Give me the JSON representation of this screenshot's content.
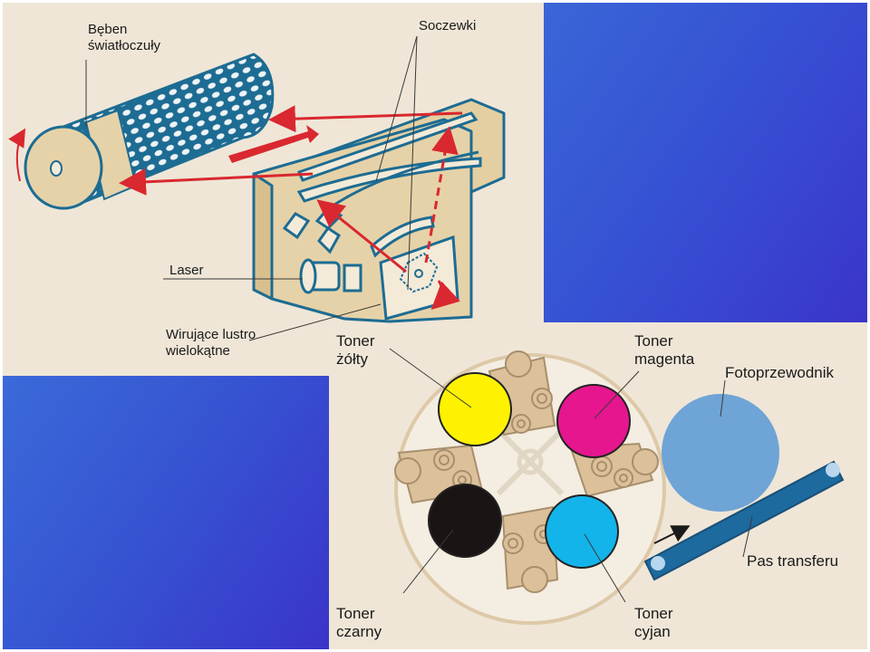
{
  "top_diagram": {
    "labels": {
      "drum": "Bęben\nświatłoczuły",
      "lenses": "Soczewki",
      "laser": "Laser",
      "mirror": "Wirujące lustro\nwielokątne"
    }
  },
  "bottom_diagram": {
    "labels": {
      "toner_yellow": "Toner\nżółty",
      "toner_magenta": "Toner\nmagenta",
      "photoconductor": "Fotoprzewodnik",
      "transfer_belt": "Pas transferu",
      "toner_black": "Toner\nczarny",
      "toner_cyan": "Toner\ncyjan"
    },
    "colors": {
      "yellow": "#fff200",
      "magenta": "#e6168f",
      "cyan": "#12b4ea",
      "black": "#1a1414",
      "photoconductor": "#6fa4d6",
      "belt": "#1c6a9e"
    }
  },
  "colors": {
    "beige": "#efe6d7",
    "device": "#e6d2a8",
    "outline": "#1d6c93",
    "laser_red": "#d9282f",
    "blue_panel": "#3652d4"
  }
}
